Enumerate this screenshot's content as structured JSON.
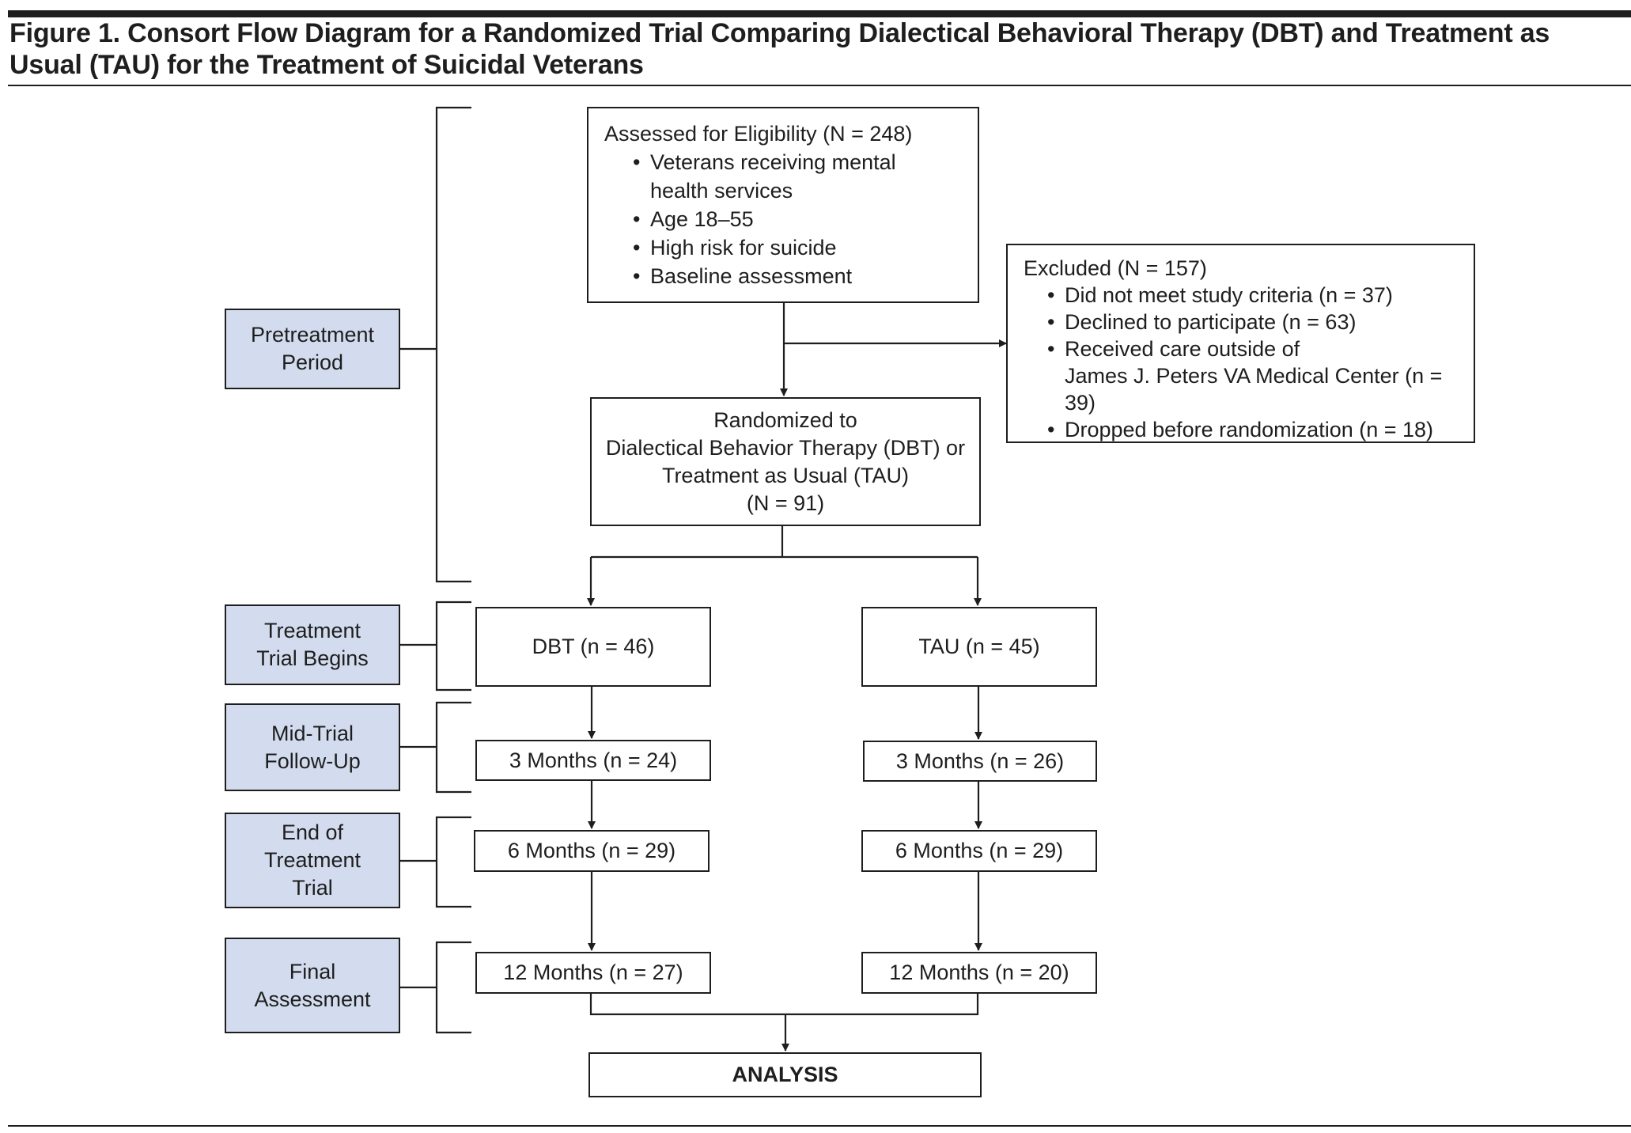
{
  "figure": {
    "title": "Figure 1. Consort Flow Diagram for a Randomized Trial Comparing Dialectical Behavioral Therapy (DBT) and Treatment as Usual (TAU) for the Treatment of Suicidal Veterans"
  },
  "stages": {
    "pretreatment": [
      "Pretreatment",
      "Period"
    ],
    "trial_begins": [
      "Treatment",
      "Trial Begins"
    ],
    "mid_trial": [
      "Mid-Trial",
      "Follow-Up"
    ],
    "end_trial": [
      "End of",
      "Treatment",
      "Trial"
    ],
    "final": [
      "Final",
      "Assessment"
    ]
  },
  "eligibility": {
    "heading": "Assessed for Eligibility (N = 248)",
    "items": [
      [
        "Veterans receiving mental",
        "health services"
      ],
      [
        "Age 18–55"
      ],
      [
        "High risk for suicide"
      ],
      [
        "Baseline assessment"
      ]
    ]
  },
  "excluded": {
    "heading": "Excluded (N = 157)",
    "items": [
      [
        "Did not meet study criteria (n = 37)"
      ],
      [
        "Declined to participate (n = 63)"
      ],
      [
        "Received care outside of",
        "James J. Peters VA Medical Center (n = 39)"
      ],
      [
        "Dropped before randomization (n = 18)"
      ]
    ]
  },
  "randomized": {
    "lines": [
      "Randomized to",
      "Dialectical Behavior Therapy (DBT) or",
      "Treatment as Usual (TAU)",
      "(N = 91)"
    ]
  },
  "dbt": {
    "start": "DBT (n = 46)",
    "m3": "3 Months (n = 24)",
    "m6": "6 Months (n = 29)",
    "m12": "12 Months (n = 27)"
  },
  "tau": {
    "start": "TAU (n = 45)",
    "m3": "3 Months (n = 26)",
    "m6": "6 Months (n = 29)",
    "m12": "12 Months (n = 20)"
  },
  "analysis": {
    "label": "ANALYSIS"
  }
}
